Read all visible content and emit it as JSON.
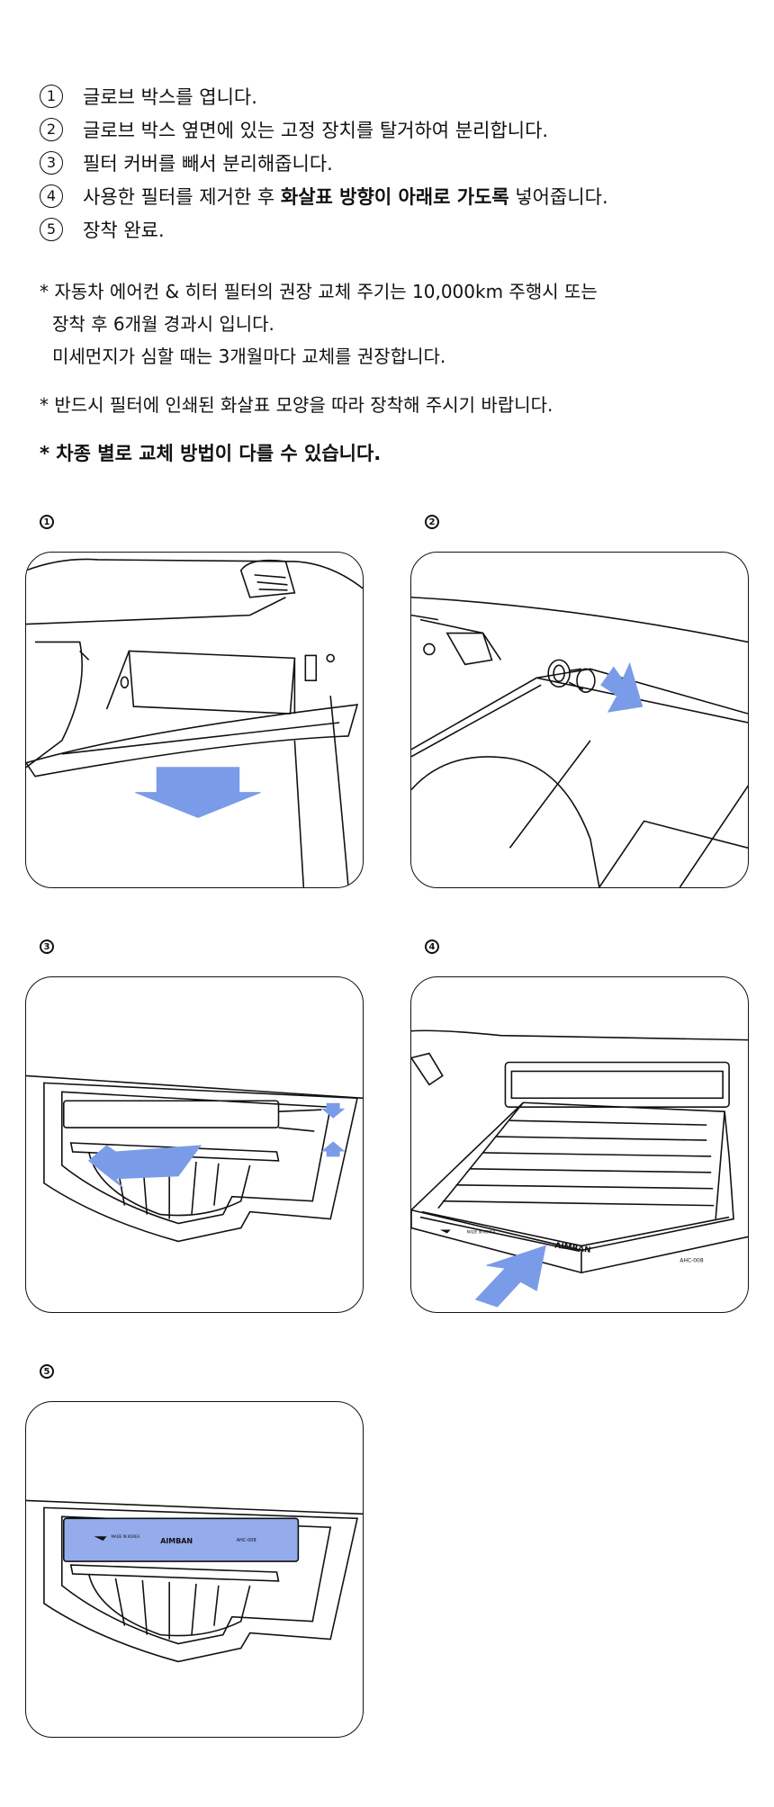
{
  "steps": [
    {
      "num": "1",
      "text": "글로브 박스를 엽니다."
    },
    {
      "num": "2",
      "text": "글로브 박스 옆면에 있는 고정 장치를 탈거하여 분리합니다."
    },
    {
      "num": "3",
      "text": "필터 커버를 빼서 분리해줍니다."
    },
    {
      "num": "4",
      "text_before": "사용한 필터를 제거한 후 ",
      "text_bold": "화살표 방향이 아래로 가도록",
      "text_after": " 넣어줍니다."
    },
    {
      "num": "5",
      "text": "장착 완료."
    }
  ],
  "notes": {
    "note1_line1": "* 자동차 에어컨 & 히터 필터의 권장 교체 주기는 10,000km 주행시 또는",
    "note1_line2": "장착 후 6개월 경과시 입니다.",
    "note1_line3": "미세먼지가 심할 때는 3개월마다 교체를 권장합니다.",
    "note2": "* 반드시 필터에 인쇄된 화살표 모양을 따라 장착해 주시기 바랍니다.",
    "note3": "* 차종 별로 교체 방법이 다를 수 있습니다."
  },
  "panels": [
    {
      "label": "1",
      "desc_icon": "glovebox-open-illustration"
    },
    {
      "label": "2",
      "desc_icon": "glovebox-latch-illustration"
    },
    {
      "label": "3",
      "desc_icon": "filter-cover-remove-illustration"
    },
    {
      "label": "4",
      "desc_icon": "filter-insert-illustration"
    },
    {
      "label": "5",
      "desc_icon": "install-complete-illustration"
    }
  ],
  "filter_print": {
    "brand": "AIMBAN",
    "model": "AHC-008",
    "sub": "MADE IN KOREA"
  },
  "colors": {
    "accent_arrow": "#7a9ce8",
    "line": "#111111",
    "filter_blue": "#94abec"
  }
}
